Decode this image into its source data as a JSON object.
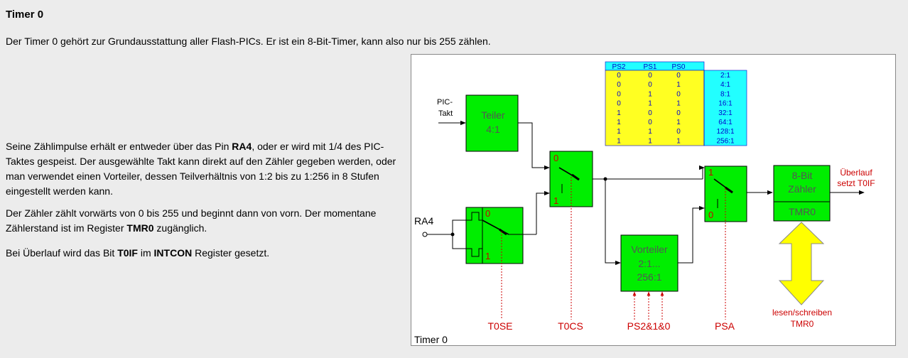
{
  "title": "Timer 0",
  "intro": "Der Timer 0 gehört zur Grundausstattung aller Flash-PICs. Er ist ein 8-Bit-Timer, kann also nur bis 255 zählen.",
  "para1": [
    {
      "t": "Seine Zählimpulse erhält er entweder über das Pin ",
      "b": false
    },
    {
      "t": "RA4",
      "b": true
    },
    {
      "t": ", oder er wird mit 1/4 des PIC-Taktes gespeist. Der ausgewählte Takt kann direkt auf den Zähler gegeben werden, oder man verwendet einen Vorteiler, dessen Teilverhältnis von 1:2 bis zu 1:256 in 8 Stufen eingestellt werden kann.",
      "b": false
    }
  ],
  "para2": [
    {
      "t": "Der Zähler zählt vorwärts von 0 bis 255 und beginnt dann von vorn. Der momentane Zählerstand ist im Register ",
      "b": false
    },
    {
      "t": "TMR0",
      "b": true
    },
    {
      "t": " zugänglich.",
      "b": false
    }
  ],
  "para3": [
    {
      "t": "Bei Überlauf wird das Bit ",
      "b": false
    },
    {
      "t": "T0IF",
      "b": true
    },
    {
      "t": " im ",
      "b": false
    },
    {
      "t": "INTCON",
      "b": true
    },
    {
      "t": " Register gesetzt.",
      "b": false
    }
  ],
  "diagram": {
    "caption": "Timer 0",
    "pic_takt": [
      "PIC-",
      "Takt"
    ],
    "teiler": [
      "Teiler",
      "4:1"
    ],
    "ra4": "RA4",
    "mux_t0se": [
      "0",
      "1"
    ],
    "mux_t0cs": [
      "0",
      "1"
    ],
    "mux_psa": [
      "1",
      "0"
    ],
    "vorteiler": [
      "Vorteiler",
      "2:1...",
      "256:1"
    ],
    "counter": [
      "8-Bit",
      "Zähler",
      "TMR0"
    ],
    "overflow": [
      "Überlauf",
      "setzt T0IF"
    ],
    "rw": [
      "lesen/schreiben",
      "TMR0"
    ],
    "ctrl_labels": [
      "T0SE",
      "T0CS",
      "PS2&1&0",
      "PSA"
    ],
    "table_headers": [
      "PS2",
      "PS1",
      "PS0"
    ],
    "table_rows": [
      [
        "0",
        "0",
        "0",
        "2:1"
      ],
      [
        "0",
        "0",
        "1",
        "4:1"
      ],
      [
        "0",
        "1",
        "0",
        "8:1"
      ],
      [
        "0",
        "1",
        "1",
        "16:1"
      ],
      [
        "1",
        "0",
        "0",
        "32:1"
      ],
      [
        "1",
        "0",
        "1",
        "64:1"
      ],
      [
        "1",
        "1",
        "0",
        "128:1"
      ],
      [
        "1",
        "1",
        "1",
        "256:1"
      ]
    ],
    "colors": {
      "block": "#00ee00",
      "red": "#cc0000",
      "yellow": "#ffff22",
      "cyan": "#22ffff",
      "blue": "#0000cc"
    }
  }
}
